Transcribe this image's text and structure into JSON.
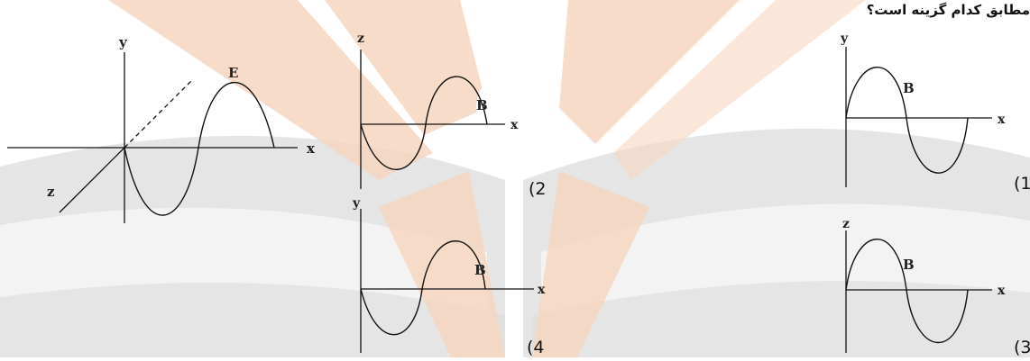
{
  "question": {
    "text": "مطابق کدام گزینه است؟"
  },
  "colors": {
    "watermark_orange": "#f6d7bf",
    "watermark_gray": "#dcdcdc",
    "ink": "#111111"
  },
  "reference_figure": {
    "axes": {
      "y": "y",
      "x": "x",
      "z": "z"
    },
    "wave_label": "E"
  },
  "options": [
    {
      "number": "(1",
      "vertical_axis": "y",
      "horizontal_axis": "x",
      "wave_label": "B"
    },
    {
      "number": "(2",
      "vertical_axis": "z",
      "horizontal_axis": "x",
      "wave_label": "B"
    },
    {
      "number": "(3",
      "vertical_axis": "z",
      "horizontal_axis": "x",
      "wave_label": "B"
    },
    {
      "number": "(4",
      "vertical_axis": "y",
      "horizontal_axis": "x",
      "wave_label": "B"
    }
  ]
}
